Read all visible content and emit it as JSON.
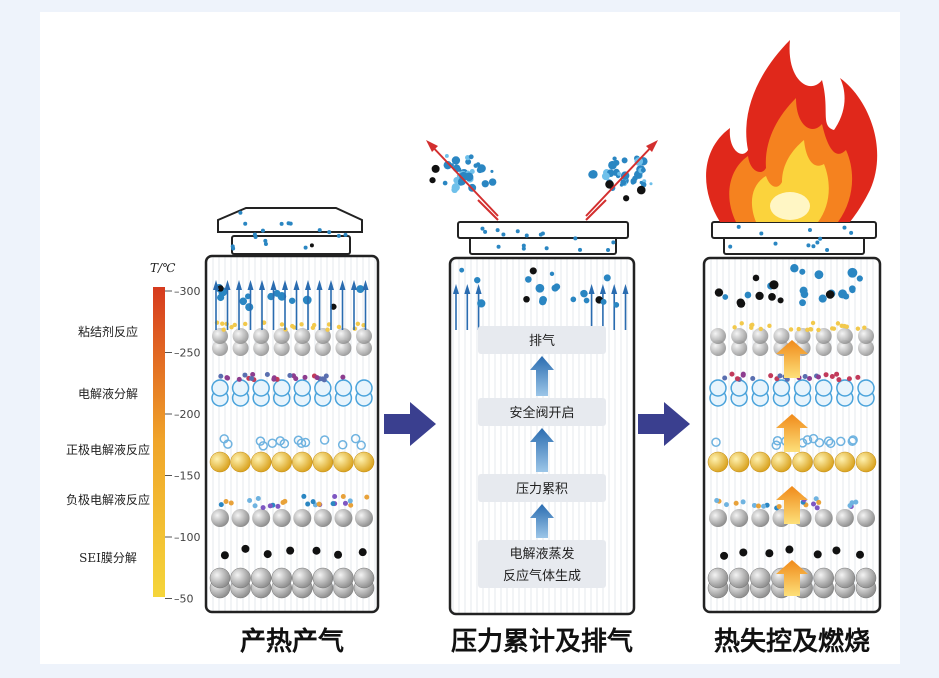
{
  "scale": {
    "unit_label": "T/℃",
    "ticks": [
      "300",
      "250",
      "200",
      "150",
      "100",
      "50"
    ],
    "gradient_top": "#d63a1e",
    "gradient_bottom": "#f5d53a"
  },
  "reactions": [
    "粘结剂反应",
    "电解液分解",
    "正极电解液反应",
    "负极电解液反应",
    "SEI膜分解"
  ],
  "stages": [
    {
      "caption": "产热产气"
    },
    {
      "caption": "压力累计及排气",
      "steps": [
        "排气",
        "安全阀开启",
        "压力累积",
        "电解液蒸发",
        "反应气体生成"
      ]
    },
    {
      "caption": "热失控及燃烧"
    }
  ],
  "colors": {
    "arrow_big": "#3a3f8f",
    "gas_blue": "#2a86c2",
    "flame_red": "#e0281b",
    "flame_orange": "#f5821f",
    "flame_yellow": "#fbd33c"
  },
  "icons": [
    "flame-icon",
    "gas-particles-icon",
    "vent-arrow-icon"
  ]
}
